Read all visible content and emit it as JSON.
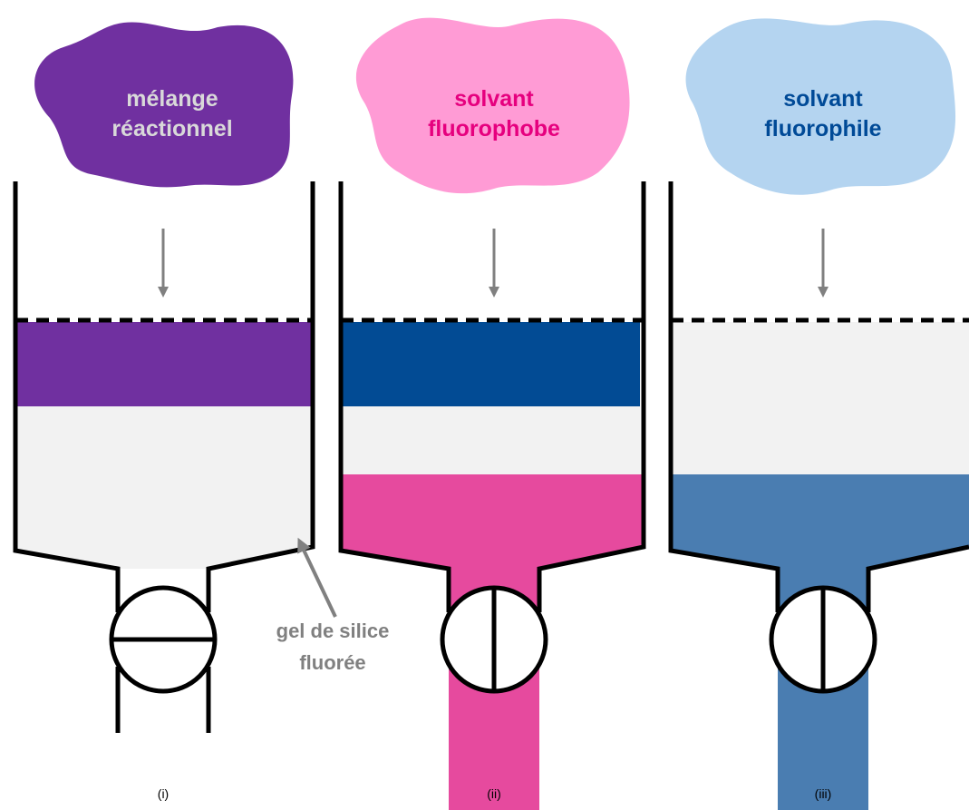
{
  "panels": [
    {
      "caption": "(i)",
      "label_lines": [
        "mélange",
        "réactionnel"
      ],
      "blob_color": "#7030A0",
      "label_color": "#D9D9D9",
      "valve_state": "closed"
    },
    {
      "caption": "(ii)",
      "label_lines": [
        "solvant",
        "fluorophobe"
      ],
      "blob_color": "#FF9BD5",
      "label_color": "#E6007E",
      "valve_state": "open"
    },
    {
      "caption": "(iii)",
      "label_lines": [
        "solvant",
        "fluorophile"
      ],
      "blob_color": "#B4D4F0",
      "label_color": "#004A97",
      "valve_state": "open"
    }
  ],
  "annotation": {
    "lines": [
      "gel de silice",
      "fluorée"
    ],
    "color": "#808080"
  },
  "colors": {
    "silica_gel": "#F2F2F2",
    "non_fluorous_band": "#024B94",
    "fluorophobe_eluate": "#E64A9E",
    "fluorophile_eluate": "#4A7DB1",
    "outline": "#000000",
    "arrow": "#808080"
  }
}
